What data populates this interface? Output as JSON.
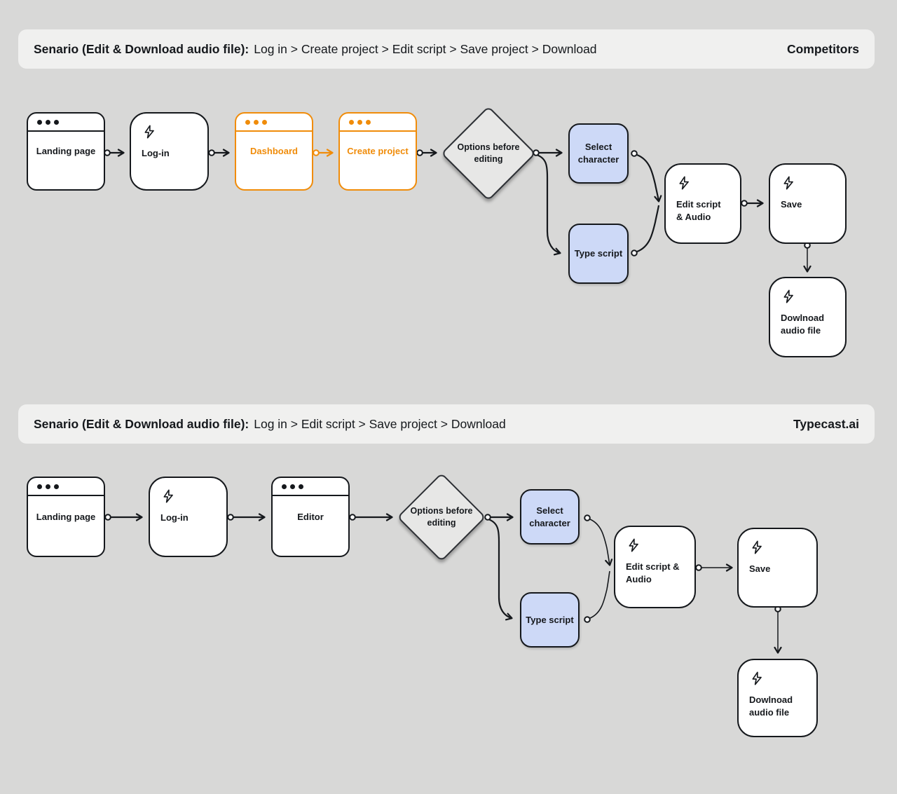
{
  "colors": {
    "background": "#d8d8d7",
    "header_bg": "#f0f0ef",
    "ink": "#15181c",
    "accent_orange": "#f08c0a",
    "option_blue_fill": "#cdd9f7",
    "node_white_fill": "#ffffff",
    "diamond_fill": "#e7e7e6"
  },
  "competitors": {
    "header": {
      "scenario_label": "Senario (Edit & Download audio file):",
      "scenario_steps": "Log in > Create project > Edit script > Save project > Download",
      "brand": "Competitors"
    },
    "nodes": {
      "landing_page": "Landing page",
      "login": "Log-in",
      "dashboard": "Dashboard",
      "create_project": "Create project",
      "decision": "Options before editing",
      "select_character": "Select character",
      "type_script": "Type script",
      "edit_script_audio": "Edit script & Audio",
      "save": "Save",
      "download_audio": "Dowlnoad audio file"
    }
  },
  "typecast": {
    "header": {
      "scenario_label": "Senario (Edit & Download audio file):",
      "scenario_steps": "Log in > Edit script > Save project > Download",
      "brand": "Typecast.ai"
    },
    "nodes": {
      "landing_page": "Landing page",
      "login": "Log-in",
      "editor": "Editor",
      "decision": "Options before editing",
      "select_character": "Select character",
      "type_script": "Type script",
      "edit_script_audio": "Edit script & Audio",
      "save": "Save",
      "download_audio": "Dowlnoad audio file"
    }
  }
}
